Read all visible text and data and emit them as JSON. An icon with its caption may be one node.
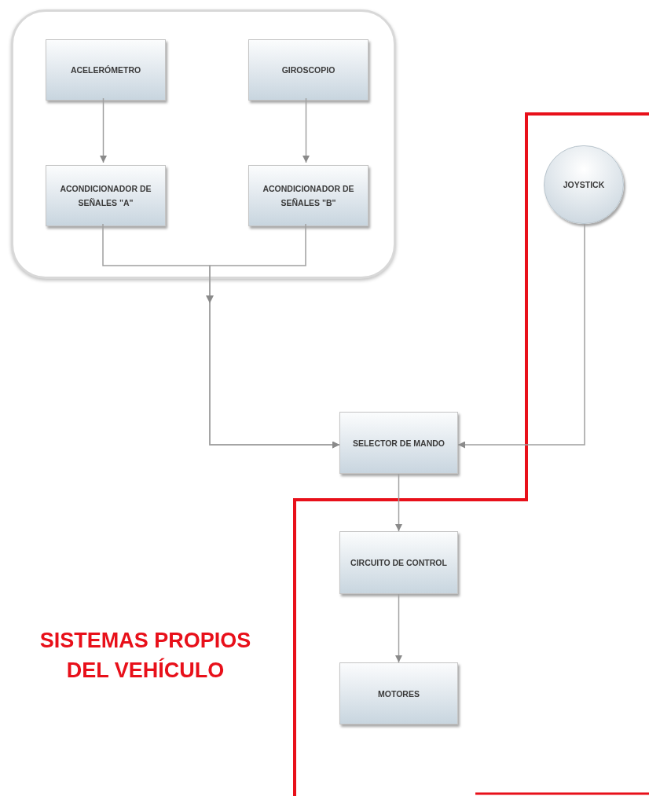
{
  "diagram": {
    "nodes": [
      {
        "text": [],
        "shape": "box"
      },
      {
        "text": [
          "ACELERÓMETRO"
        ],
        "in": 0
      },
      {
        "text": [
          "GIROSCOPIO"
        ],
        "in": 0
      },
      {
        "text": [
          "ACONDICIONADOR DE SEÑALES \"A\""
        ],
        "in": 0
      },
      {
        "text": [
          "ACONDICIONADOR DE SEÑALES \"B\""
        ],
        "in": 0
      },
      {
        "text": [
          "JOYSTICK"
        ]
      },
      {
        "text": [
          "SELECTOR DE MANDO"
        ]
      },
      {
        "text": [
          "CIRCUITO DE CONTROL"
        ]
      },
      {
        "text": [
          "MOTORES"
        ]
      }
    ],
    "edges": [
      {
        "from": 1,
        "to": 3,
        "arrow": "to"
      },
      {
        "from": 2,
        "to": 4,
        "arrow": "to"
      },
      {
        "from": 3,
        "to": 6,
        "arrow": "to"
      },
      {
        "from": 4,
        "to": 6,
        "arrow": "to"
      },
      {
        "from": 5,
        "to": 6,
        "arrow": "to"
      },
      {
        "from": 6,
        "to": 7,
        "arrow": "to"
      },
      {
        "from": 7,
        "to": 8,
        "arrow": "to"
      }
    ],
    "labels": [
      "SISTEMAS PROPIOS DEL VEHÍCULO"
    ]
  }
}
